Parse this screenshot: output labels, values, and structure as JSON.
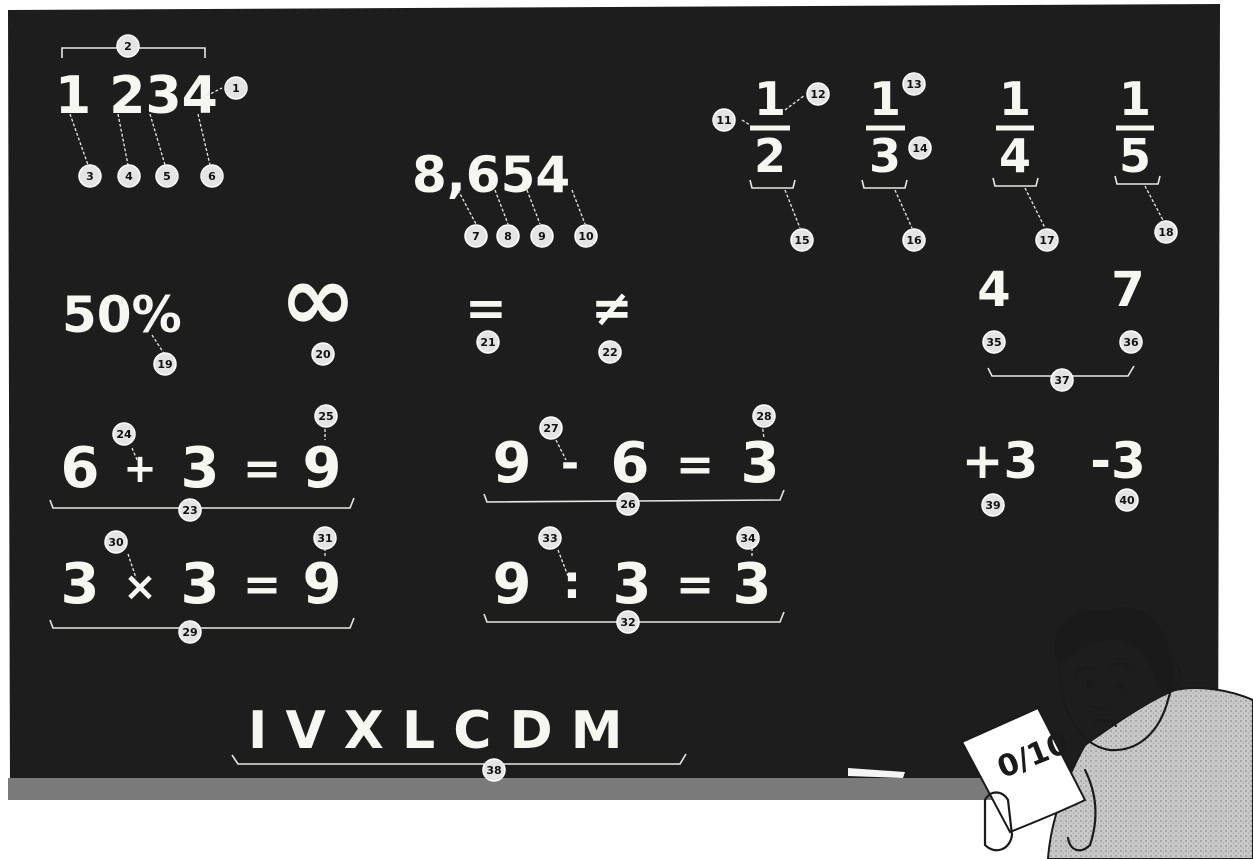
{
  "digits": "1 234",
  "big_number": "8,654",
  "fractions": [
    {
      "numerator": "1",
      "denominator": "2"
    },
    {
      "numerator": "1",
      "denominator": "3"
    },
    {
      "numerator": "1",
      "denominator": "4"
    },
    {
      "numerator": "1",
      "denominator": "5"
    }
  ],
  "percent": "50%",
  "infinity": "∞",
  "equals": "=",
  "not_equals": "≠",
  "pair": {
    "left": "4",
    "right": "7"
  },
  "equations": [
    {
      "a": "6",
      "op": "+",
      "b": "3",
      "eq": "=",
      "result": "9"
    },
    {
      "a": "9",
      "op": "-",
      "b": "6",
      "eq": "=",
      "result": "3"
    },
    {
      "a": "3",
      "op": "×",
      "b": "3",
      "eq": "=",
      "result": "9"
    },
    {
      "a": "9",
      "op": ":",
      "b": "3",
      "eq": "=",
      "result": "3"
    }
  ],
  "signed": {
    "positive": "+3",
    "negative": "-3"
  },
  "roman": "I V X L C D M",
  "paper_score": "0/10",
  "badges": [
    "1",
    "2",
    "3",
    "4",
    "5",
    "6",
    "7",
    "8",
    "9",
    "10",
    "11",
    "12",
    "13",
    "14",
    "15",
    "16",
    "17",
    "18",
    "19",
    "20",
    "21",
    "22",
    "23",
    "24",
    "25",
    "26",
    "27",
    "28",
    "29",
    "30",
    "31",
    "32",
    "33",
    "34",
    "35",
    "36",
    "37",
    "38",
    "39",
    "40"
  ],
  "colors": {
    "board": "#1c1c1c",
    "chalk": "#f7f7f2",
    "badge": "#e4e4e4",
    "tray": "#7a7a7a"
  }
}
